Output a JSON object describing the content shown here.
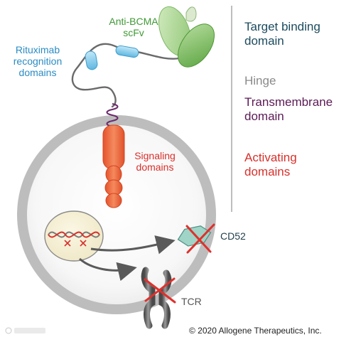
{
  "labels": {
    "anti_bcma_line1": "Anti-BCMA",
    "anti_bcma_line2": "scFv",
    "rituximab_line1": "Rituximab",
    "rituximab_line2": "recognition",
    "rituximab_line3": "domains",
    "signaling_line1": "Signaling",
    "signaling_line2": "domains",
    "cd52": "CD52",
    "tcr": "TCR"
  },
  "legend": {
    "target_binding_line1": "Target binding",
    "target_binding_line2": "domain",
    "hinge": "Hinge",
    "transmembrane_line1": "Transmembrane",
    "transmembrane_line2": "domain",
    "activating_line1": "Activating",
    "activating_line2": "domains"
  },
  "copyright": "© 2020 Allogene Therapeutics, Inc.",
  "colors": {
    "target_binding": "#1c4b5e",
    "hinge": "#8a8a8a",
    "transmembrane": "#5b1a55",
    "activating": "#d8302c",
    "anti_bcma_text": "#3f9a34",
    "rituximab_text": "#2a8cc4",
    "signaling_text": "#d8302c",
    "scfv_green": "#a9d38e",
    "rituximab_blue": "#8fd0ee",
    "signaling_red": "#ef6a3d",
    "cd52_teal": "#9fd4c6",
    "cross_red": "#e0302c",
    "membrane_gray": "#b9b9b9"
  }
}
